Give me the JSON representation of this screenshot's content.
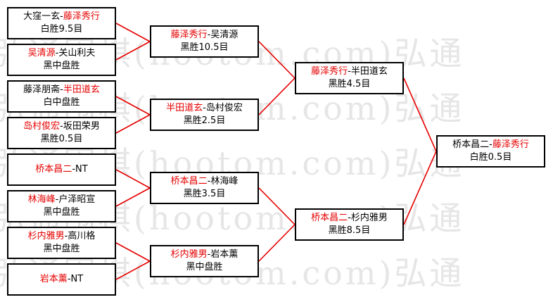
{
  "watermark": "弘通围棋(hootom.com)弘通",
  "colors": {
    "winner": "#e60000",
    "line": "#e60000",
    "text": "#000000"
  },
  "round1": [
    {
      "p1": "大窪一玄",
      "sep": "-",
      "p2": "藤泽秀行",
      "winner": 2,
      "result": "白胜9.5目"
    },
    {
      "p1": "吴清源",
      "sep": "-",
      "p2": "关山利夫",
      "winner": 1,
      "result": "黑中盘胜"
    },
    {
      "p1": "藤泽朋斋",
      "sep": "-",
      "p2": "半田道玄",
      "winner": 2,
      "result": "白中盘胜"
    },
    {
      "p1": "岛村俊宏",
      "sep": "-",
      "p2": "坂田荣男",
      "winner": 1,
      "result": "黑胜0.5目"
    },
    {
      "p1": "桥本昌二",
      "sep": "-",
      "p2": "NT",
      "winner": 1,
      "result": ""
    },
    {
      "p1": "林海峰",
      "sep": "-",
      "p2": "户泽昭宣",
      "winner": 1,
      "result": "黑中盘胜"
    },
    {
      "p1": "杉内雅男",
      "sep": "-",
      "p2": "高川格",
      "winner": 1,
      "result": "黑中盘胜"
    },
    {
      "p1": "岩本薰",
      "sep": "-",
      "p2": "NT",
      "winner": 1,
      "result": ""
    }
  ],
  "round2": [
    {
      "p1": "藤泽秀行",
      "sep": "-",
      "p2": "吴清源",
      "winner": 1,
      "result": "黑胜10.5目"
    },
    {
      "p1": "半田道玄",
      "sep": "-",
      "p2": "岛村俊宏",
      "winner": 1,
      "result": "黑胜2.5目"
    },
    {
      "p1": "桥本昌二",
      "sep": "-",
      "p2": "林海峰",
      "winner": 1,
      "result": "黑胜3.5目"
    },
    {
      "p1": "杉内雅男",
      "sep": "-",
      "p2": "岩本薰",
      "winner": 1,
      "result": "黑中盘胜"
    }
  ],
  "round3": [
    {
      "p1": "藤泽秀行",
      "sep": "-",
      "p2": "半田道玄",
      "winner": 1,
      "result": "黑胜4.5目"
    },
    {
      "p1": "桥本昌二",
      "sep": "-",
      "p2": "杉内雅男",
      "winner": 1,
      "result": "黑胜8.5目"
    }
  ],
  "final": [
    {
      "p1": "桥本昌二",
      "sep": "-",
      "p2": "藤泽秀行",
      "winner": 2,
      "result": "白胜0.5目"
    }
  ]
}
